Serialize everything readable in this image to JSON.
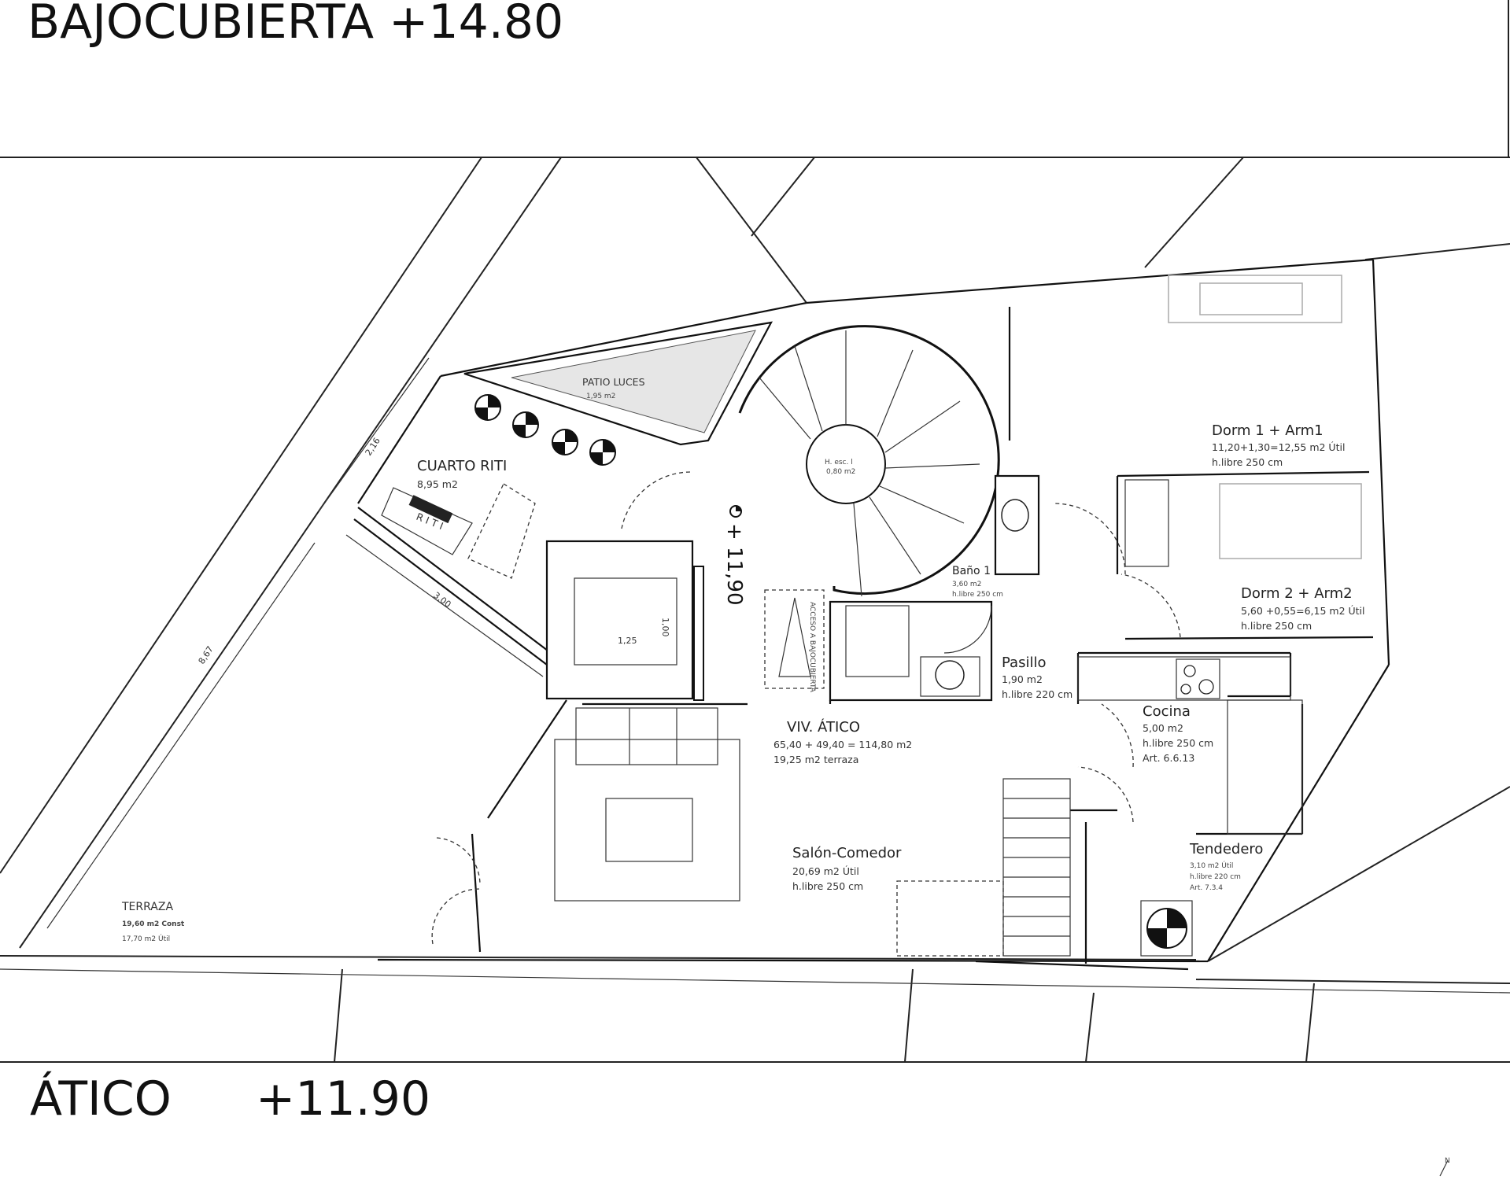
{
  "titles": {
    "upper_level": "BAJOCUBIERTA +14.80",
    "current_level_name": "ÁTICO",
    "current_level_elev": "+11.90"
  },
  "elevation_marker": "+ 11,90",
  "rooms": {
    "patio": {
      "name": "PATIO LUCES",
      "area": "1,95 m2"
    },
    "riti": {
      "name": "CUARTO RITI",
      "area": "8,95 m2",
      "sign": "R I T I"
    },
    "dorm1": {
      "name": "Dorm 1 + Arm1",
      "area": "11,20+1,30=12,55 m2  Útil",
      "height": "h.libre 250 cm"
    },
    "dorm2": {
      "name": "Dorm 2 + Arm2",
      "area": "5,60 +0,55=6,15 m2  Útil",
      "height": "h.libre 250 cm"
    },
    "bano": {
      "name": "Baño 1",
      "area": "3,60 m2",
      "height": "h.libre 250 cm"
    },
    "pasillo": {
      "name": "Pasillo",
      "area": "1,90 m2",
      "height": "h.libre 220 cm"
    },
    "cocina": {
      "name": "Cocina",
      "area": "5,00 m2",
      "height": "h.libre 250 cm",
      "art": "Art. 6.6.13"
    },
    "viv": {
      "name": "VIV. ÁTICO",
      "area": "65,40 + 49,40 = 114,80 m2",
      "terraza": "19,25 m2 terraza"
    },
    "salon": {
      "name": "Salón-Comedor",
      "area": "20,69 m2 Útil",
      "height": "h.libre 250 cm"
    },
    "tendedero": {
      "name": "Tendedero",
      "area": "3,10 m2 Útil",
      "height": "h.libre 220 cm",
      "art": "Art. 7.3.4"
    },
    "terraza": {
      "name": "TERRAZA",
      "const": "19,60 m2 Const",
      "util": "17,70 m2 Útil"
    }
  },
  "stair": {
    "label": "H. esc. l",
    "area": "0,80 m2"
  },
  "acceso": "ACCESO A BAJOCUBIERTA",
  "dimensions": {
    "d1": "2,16",
    "d2": "3,00",
    "d3": "8,67",
    "d4": "1,25",
    "d5": "1,00"
  }
}
